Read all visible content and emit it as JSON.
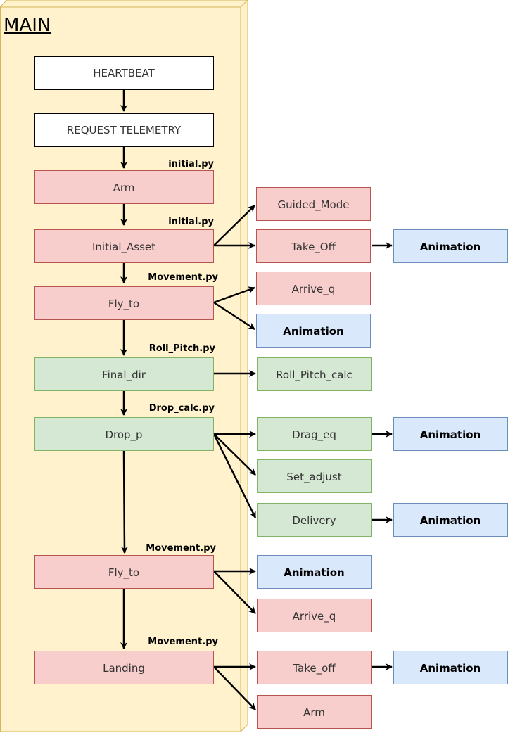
{
  "container": {
    "title": "MAIN",
    "fill": "#fff2cc",
    "stroke": "#d6b656"
  },
  "colors": {
    "white": {
      "fill": "#ffffff",
      "stroke": "#000000"
    },
    "red": {
      "fill": "#f8cecc",
      "stroke": "#b85450"
    },
    "green": {
      "fill": "#d5e8d4",
      "stroke": "#82b366"
    },
    "blue": {
      "fill": "#dae8fc",
      "stroke": "#6c8ebf"
    }
  },
  "main_nodes": {
    "heartbeat": "HEARTBEAT",
    "request_telemetry": "REQUEST TELEMETRY",
    "arm": "Arm",
    "initial_asset": "Initial_Asset",
    "fly_to_1": "Fly_to",
    "final_dir": "Final_dir",
    "drop_p": "Drop_p",
    "fly_to_2": "Fly_to",
    "landing": "Landing"
  },
  "side_nodes": {
    "guided_mode": "Guided_Mode",
    "take_off_1": "Take_Off",
    "anim_takeoff_1": "Animation",
    "arrive_q_1": "Arrive_q",
    "anim_fly_1": "Animation",
    "roll_pitch_calc": "Roll_Pitch_calc",
    "drag_eq": "Drag_eq",
    "anim_drag": "Animation",
    "set_adjust": "Set_adjust",
    "delivery": "Delivery",
    "anim_delivery": "Animation",
    "anim_fly_2": "Animation",
    "arrive_q_2": "Arrive_q",
    "take_off_2": "Take_off",
    "anim_takeoff_2": "Animation",
    "arm_2": "Arm"
  },
  "file_labels": {
    "arm_file": "initial.py",
    "initial_asset_file": "initial.py",
    "fly_to_1_file": "Movement.py",
    "final_dir_file": "Roll_Pitch.py",
    "drop_p_file": "Drop_calc.py",
    "fly_to_2_file": "Movement.py",
    "landing_file": "Movement.py"
  }
}
